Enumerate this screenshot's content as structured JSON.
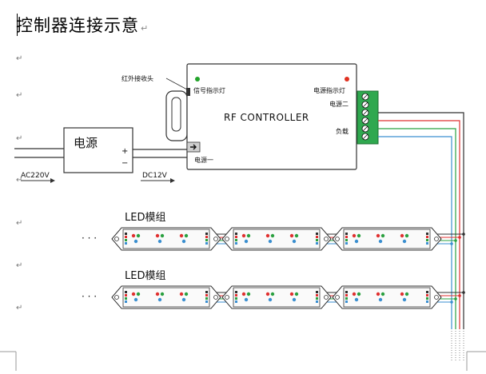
{
  "title": "控制器连接示意",
  "paragraph_mark": "↵",
  "controller": {
    "name": "RF CONTROLLER",
    "ir_receiver": "红外接收头",
    "signal_indicator": "信号指示灯",
    "power_indicator": "电源指示灯",
    "power_two": "电源二",
    "load": "负载",
    "power_one": "电源一"
  },
  "power_supply": {
    "label": "电源",
    "plus": "+",
    "minus": "−",
    "input_label": "AC220V",
    "output_label": "DC12V"
  },
  "led_modules": [
    {
      "label": "LED模组",
      "ellipsis": "· · ·"
    },
    {
      "label": "LED模组",
      "ellipsis": "· · ·"
    }
  ],
  "colors": {
    "wire_black": "#303030",
    "wire_red": "#e03030",
    "wire_green": "#2aa040",
    "wire_blue": "#3a8fd0",
    "terminal_green": "#2fa84f",
    "indicator_green": "#22a32a",
    "indicator_red": "#e03020"
  }
}
